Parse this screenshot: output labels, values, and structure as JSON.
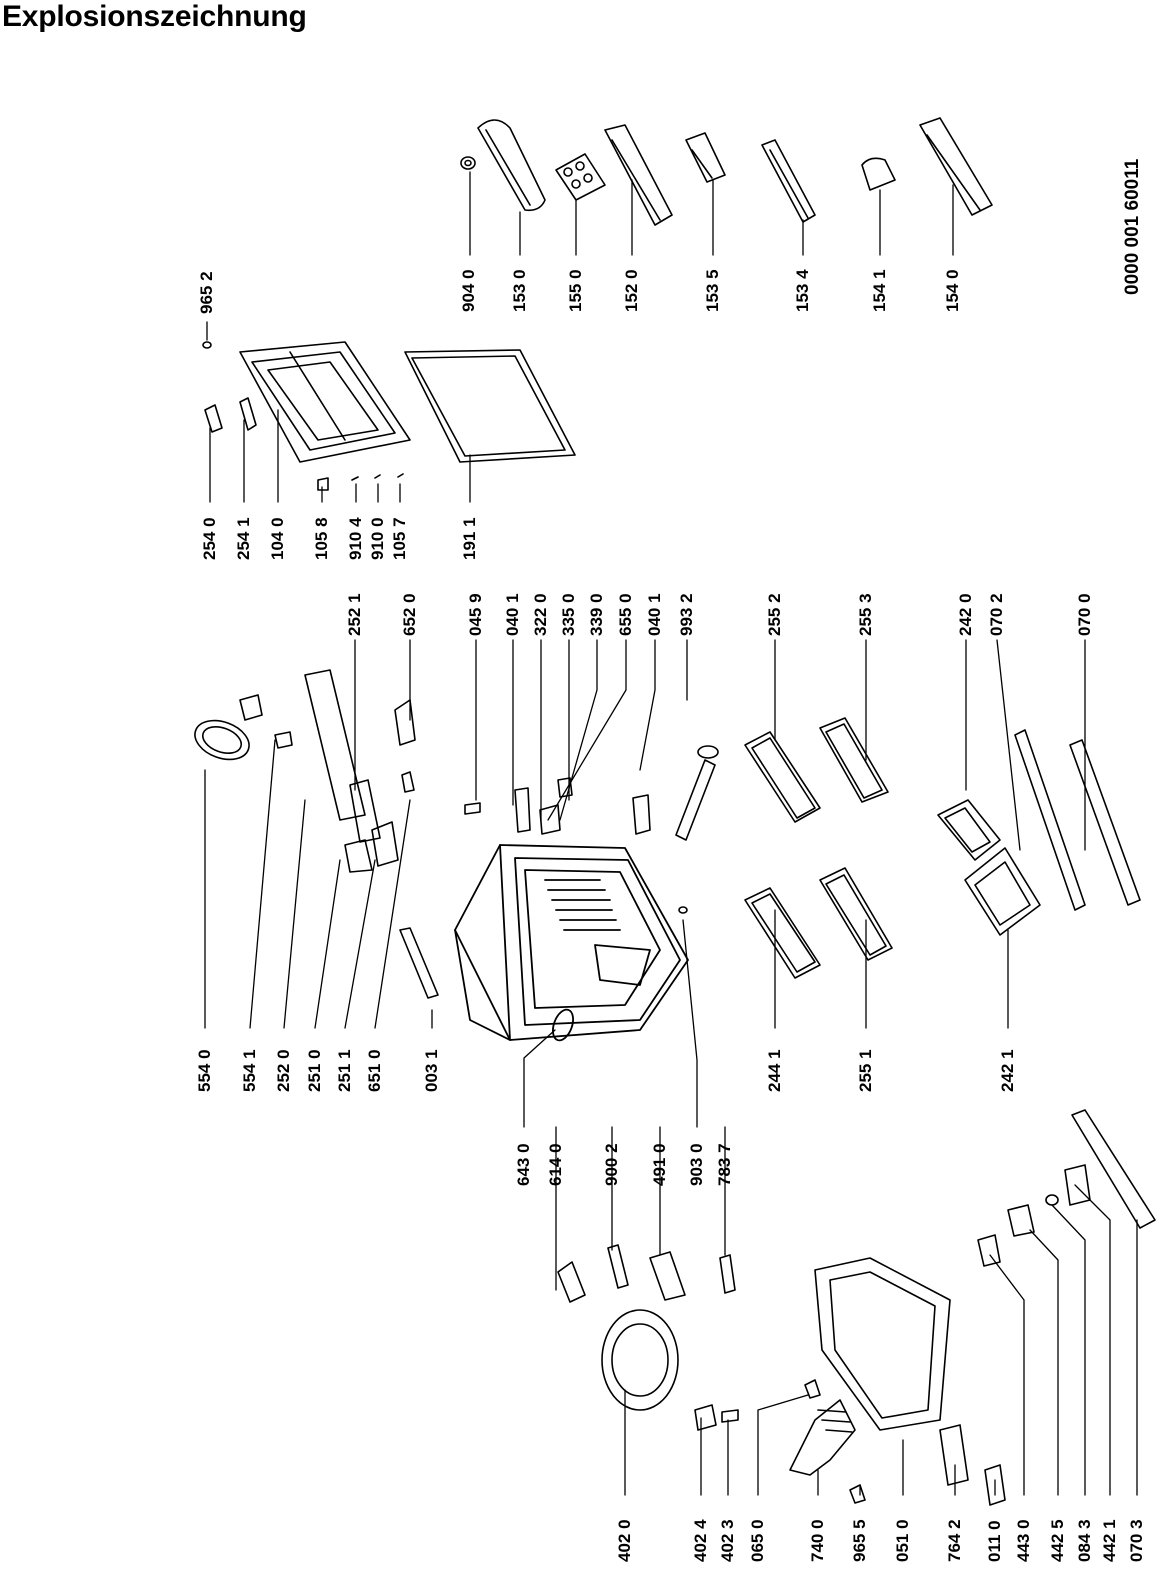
{
  "title": "Explosionszeichnung",
  "doc_number": "0000 001 60011",
  "colors": {
    "ink": "#000000",
    "paper": "#ffffff"
  },
  "part_numbers": {
    "p9040": "904 0",
    "p1530": "153 0",
    "p1550": "155 0",
    "p1520": "152 0",
    "p1535": "153 5",
    "p1534": "153 4",
    "p1541": "154 1",
    "p1540": "154 0",
    "p9652": "965 2",
    "p2540": "254 0",
    "p2541": "254 1",
    "p1040": "104 0",
    "p1058": "105 8",
    "p9104": "910 4",
    "p9100": "910 0",
    "p1057": "105 7",
    "p1911": "191 1",
    "p2521": "252 1",
    "p6520": "652 0",
    "p0459": "045 9",
    "p0401a": "040 1",
    "p3220": "322 0",
    "p3350": "335 0",
    "p3390": "339 0",
    "p6550": "655 0",
    "p0401b": "040 1",
    "p9932": "993 2",
    "p2552": "255 2",
    "p2553": "255 3",
    "p2420": "242 0",
    "p0702": "070 2",
    "p0700": "070 0",
    "p5540": "554 0",
    "p5541": "554 1",
    "p2520": "252 0",
    "p2510": "251 0",
    "p2511": "251 1",
    "p6510": "651 0",
    "p0031": "003 1",
    "p2441": "244 1",
    "p2551": "255 1",
    "p2421": "242 1",
    "p6430": "643 0",
    "p6140": "614 0",
    "p9002": "900 2",
    "p4910": "491 0",
    "p9030": "903 0",
    "p7837": "783 7",
    "p4020": "402 0",
    "p4024": "402 4",
    "p4023": "402 3",
    "p0650": "065 0",
    "p7400": "740 0",
    "p9655": "965 5",
    "p0510": "051 0",
    "p7642": "764 2",
    "p0110": "011 0",
    "p4430": "443 0",
    "p4425": "442 5",
    "p0843": "084 3",
    "p4421": "442 1",
    "p0703": "070 3"
  }
}
